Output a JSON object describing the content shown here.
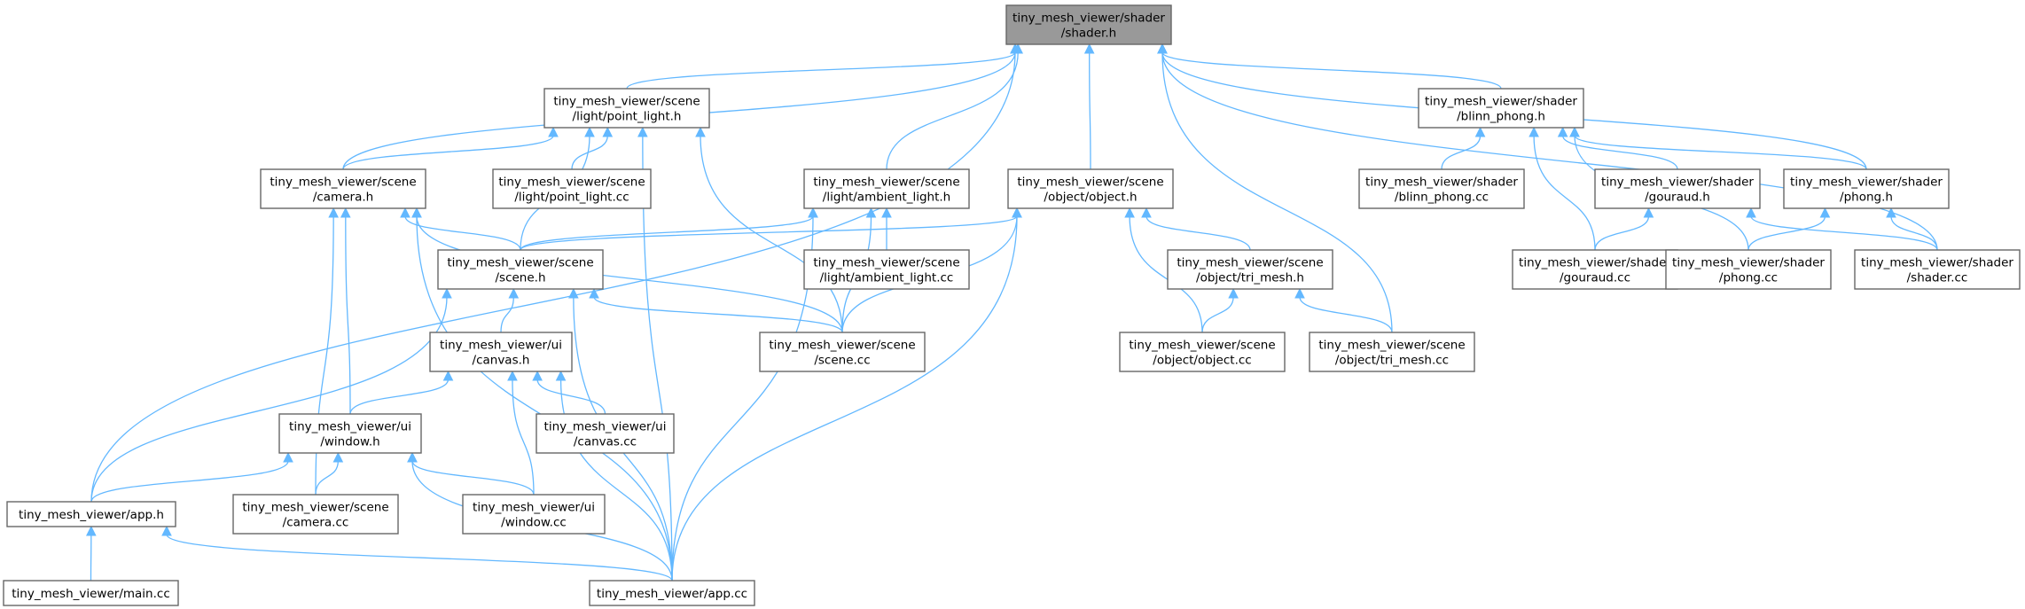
{
  "diagram": {
    "type": "include-dependency-graph",
    "colors": {
      "edge": "#63b8ff",
      "node_border": "#666666",
      "focus_fill": "#999999",
      "node_fill": "#ffffff"
    },
    "nodes": [
      {
        "id": "shader_h",
        "lines": [
          "tiny_mesh_viewer/shader",
          "/shader.h"
        ],
        "focus": true
      },
      {
        "id": "point_light_h",
        "lines": [
          "tiny_mesh_viewer/scene",
          "/light/point_light.h"
        ]
      },
      {
        "id": "blinn_phong_h",
        "lines": [
          "tiny_mesh_viewer/shader",
          "/blinn_phong.h"
        ]
      },
      {
        "id": "camera_h",
        "lines": [
          "tiny_mesh_viewer/scene",
          "/camera.h"
        ]
      },
      {
        "id": "point_light_cc",
        "lines": [
          "tiny_mesh_viewer/scene",
          "/light/point_light.cc"
        ]
      },
      {
        "id": "ambient_light_h",
        "lines": [
          "tiny_mesh_viewer/scene",
          "/light/ambient_light.h"
        ]
      },
      {
        "id": "object_h",
        "lines": [
          "tiny_mesh_viewer/scene",
          "/object/object.h"
        ]
      },
      {
        "id": "blinn_phong_cc",
        "lines": [
          "tiny_mesh_viewer/shader",
          "/blinn_phong.cc"
        ]
      },
      {
        "id": "gouraud_h",
        "lines": [
          "tiny_mesh_viewer/shader",
          "/gouraud.h"
        ]
      },
      {
        "id": "phong_h",
        "lines": [
          "tiny_mesh_viewer/shader",
          "/phong.h"
        ]
      },
      {
        "id": "scene_h",
        "lines": [
          "tiny_mesh_viewer/scene",
          "/scene.h"
        ]
      },
      {
        "id": "ambient_light_cc",
        "lines": [
          "tiny_mesh_viewer/scene",
          "/light/ambient_light.cc"
        ]
      },
      {
        "id": "tri_mesh_h",
        "lines": [
          "tiny_mesh_viewer/scene",
          "/object/tri_mesh.h"
        ]
      },
      {
        "id": "gouraud_cc",
        "lines": [
          "tiny_mesh_viewer/shader",
          "/gouraud.cc"
        ]
      },
      {
        "id": "phong_cc",
        "lines": [
          "tiny_mesh_viewer/shader",
          "/phong.cc"
        ]
      },
      {
        "id": "shader_cc",
        "lines": [
          "tiny_mesh_viewer/shader",
          "/shader.cc"
        ]
      },
      {
        "id": "canvas_h",
        "lines": [
          "tiny_mesh_viewer/ui",
          "/canvas.h"
        ]
      },
      {
        "id": "scene_cc",
        "lines": [
          "tiny_mesh_viewer/scene",
          "/scene.cc"
        ]
      },
      {
        "id": "object_cc",
        "lines": [
          "tiny_mesh_viewer/scene",
          "/object/object.cc"
        ]
      },
      {
        "id": "tri_mesh_cc",
        "lines": [
          "tiny_mesh_viewer/scene",
          "/object/tri_mesh.cc"
        ]
      },
      {
        "id": "window_h",
        "lines": [
          "tiny_mesh_viewer/ui",
          "/window.h"
        ]
      },
      {
        "id": "canvas_cc",
        "lines": [
          "tiny_mesh_viewer/ui",
          "/canvas.cc"
        ]
      },
      {
        "id": "app_h",
        "lines": [
          "tiny_mesh_viewer/app.h"
        ]
      },
      {
        "id": "camera_cc",
        "lines": [
          "tiny_mesh_viewer/scene",
          "/camera.cc"
        ]
      },
      {
        "id": "window_cc",
        "lines": [
          "tiny_mesh_viewer/ui",
          "/window.cc"
        ]
      },
      {
        "id": "main_cc",
        "lines": [
          "tiny_mesh_viewer/main.cc"
        ]
      },
      {
        "id": "app_cc",
        "lines": [
          "tiny_mesh_viewer/app.cc"
        ]
      }
    ],
    "edges": [
      [
        "shader_h",
        "point_light_h"
      ],
      [
        "shader_h",
        "camera_h"
      ],
      [
        "shader_h",
        "app_h"
      ],
      [
        "shader_h",
        "ambient_light_h"
      ],
      [
        "shader_h",
        "object_h"
      ],
      [
        "shader_h",
        "tri_mesh_cc"
      ],
      [
        "shader_h",
        "blinn_phong_h"
      ],
      [
        "shader_h",
        "phong_h"
      ],
      [
        "shader_h",
        "shader_cc"
      ],
      [
        "point_light_h",
        "camera_h"
      ],
      [
        "point_light_h",
        "point_light_cc"
      ],
      [
        "point_light_h",
        "scene_h"
      ],
      [
        "point_light_h",
        "scene_cc"
      ],
      [
        "point_light_h",
        "app_cc"
      ],
      [
        "blinn_phong_h",
        "blinn_phong_cc"
      ],
      [
        "blinn_phong_h",
        "gouraud_h"
      ],
      [
        "blinn_phong_h",
        "phong_h"
      ],
      [
        "blinn_phong_h",
        "gouraud_cc"
      ],
      [
        "blinn_phong_h",
        "phong_cc"
      ],
      [
        "camera_h",
        "scene_h"
      ],
      [
        "camera_h",
        "scene_cc"
      ],
      [
        "camera_h",
        "window_h"
      ],
      [
        "camera_h",
        "camera_cc"
      ],
      [
        "camera_h",
        "app_cc"
      ],
      [
        "ambient_light_h",
        "ambient_light_cc"
      ],
      [
        "ambient_light_h",
        "scene_h"
      ],
      [
        "ambient_light_h",
        "scene_cc"
      ],
      [
        "ambient_light_h",
        "app_cc"
      ],
      [
        "object_h",
        "tri_mesh_h"
      ],
      [
        "object_h",
        "scene_h"
      ],
      [
        "object_h",
        "scene_cc"
      ],
      [
        "object_h",
        "object_cc"
      ],
      [
        "object_h",
        "app_cc"
      ],
      [
        "gouraud_h",
        "gouraud_cc"
      ],
      [
        "gouraud_h",
        "shader_cc"
      ],
      [
        "phong_h",
        "phong_cc"
      ],
      [
        "phong_h",
        "shader_cc"
      ],
      [
        "scene_h",
        "canvas_h"
      ],
      [
        "scene_h",
        "scene_cc"
      ],
      [
        "scene_h",
        "app_h"
      ],
      [
        "scene_h",
        "app_cc"
      ],
      [
        "tri_mesh_h",
        "object_cc"
      ],
      [
        "tri_mesh_h",
        "tri_mesh_cc"
      ],
      [
        "canvas_h",
        "window_h"
      ],
      [
        "canvas_h",
        "canvas_cc"
      ],
      [
        "canvas_h",
        "window_cc"
      ],
      [
        "canvas_h",
        "app_cc"
      ],
      [
        "window_h",
        "app_h"
      ],
      [
        "window_h",
        "camera_cc"
      ],
      [
        "window_h",
        "window_cc"
      ],
      [
        "window_h",
        "app_cc"
      ],
      [
        "app_h",
        "main_cc"
      ],
      [
        "app_h",
        "app_cc"
      ]
    ]
  }
}
